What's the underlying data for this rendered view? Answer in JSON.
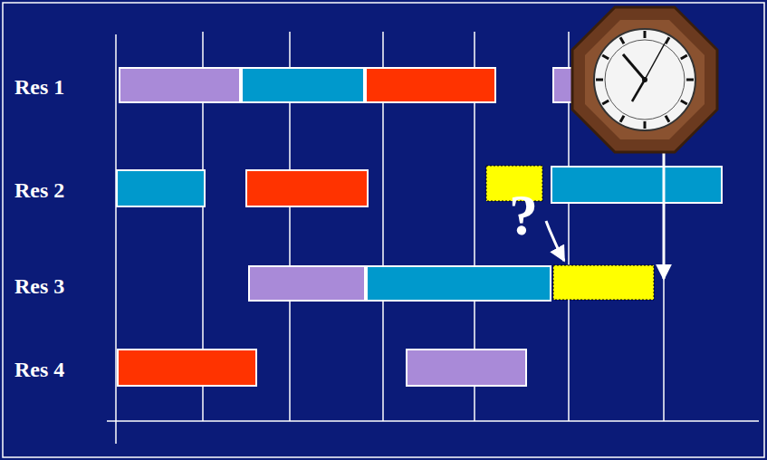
{
  "diagram": {
    "labels": [
      "Res 1",
      "Res 2",
      "Res 3",
      "Res 4",
      "?"
    ]
  }
}
